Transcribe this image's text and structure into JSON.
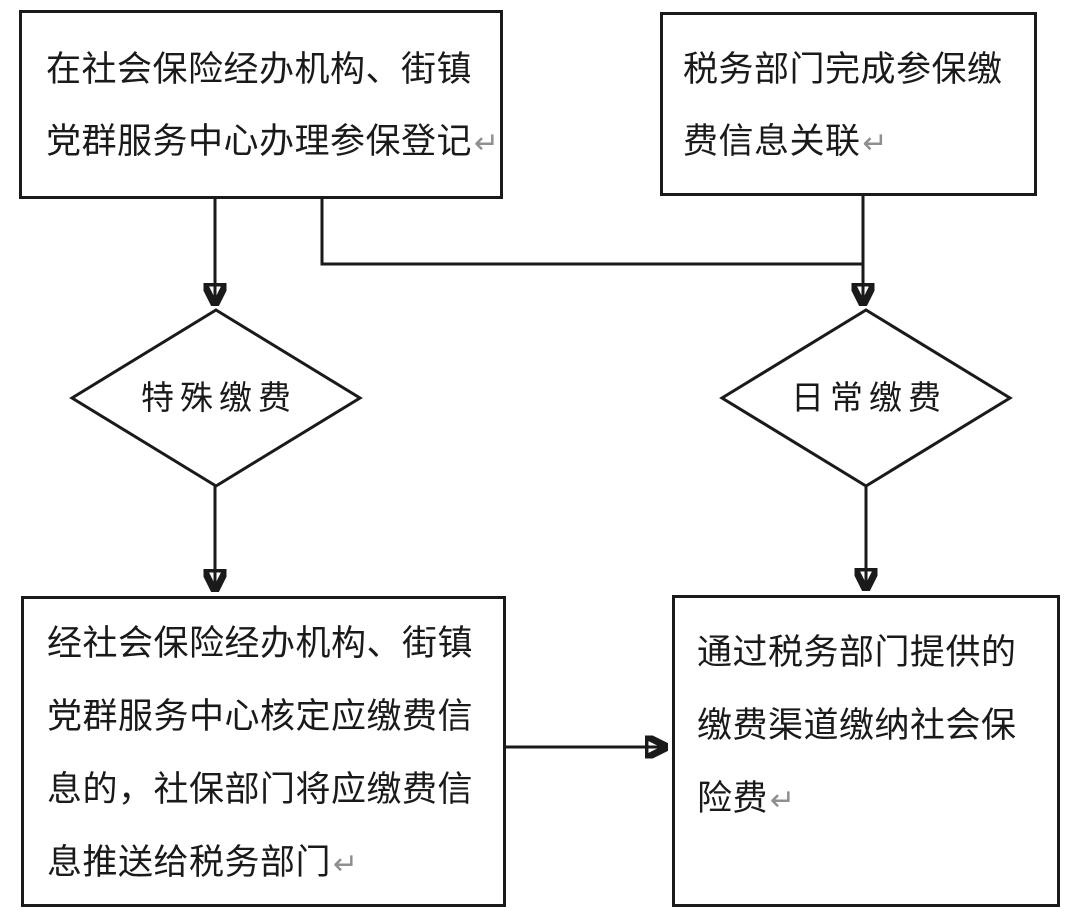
{
  "colors": {
    "background": "#ffffff",
    "line": "#1a1a1a",
    "text": "#1a1a1a",
    "return_mark": "#8f8f8f"
  },
  "nodes": {
    "register": {
      "lines": [
        "在社会保险经办机构、街镇",
        "党群服务中心办理参保登记"
      ],
      "return_mark": "↵"
    },
    "tax_link": {
      "lines": [
        "税务部门完成参保缴",
        "费信息关联"
      ],
      "return_mark": "↵"
    },
    "special_payment": {
      "label": "特殊缴费"
    },
    "daily_payment": {
      "label": "日常缴费"
    },
    "verify_push": {
      "lines": [
        "经社会保险经办机构、街镇",
        "党群服务中心核定应缴费信",
        "息的，社保部门将应缴费信",
        "息推送给税务部门"
      ],
      "return_mark": "↵"
    },
    "pay_channel": {
      "lines": [
        "通过税务部门提供的",
        "缴费渠道缴纳社会保",
        "险费"
      ],
      "return_mark": "↵"
    }
  }
}
